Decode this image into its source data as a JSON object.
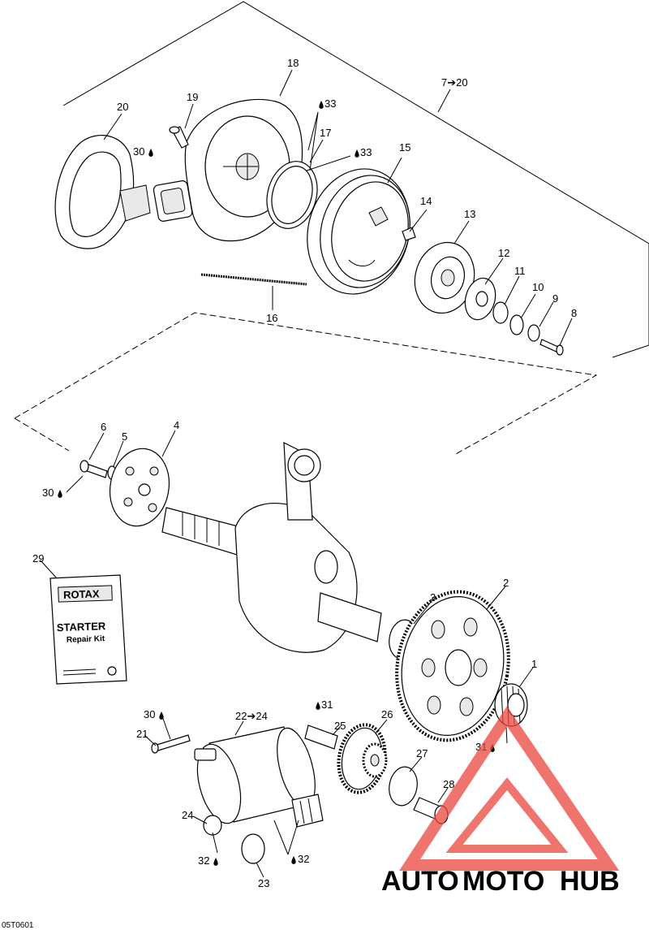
{
  "callouts": {
    "c1": "1",
    "c2": "2",
    "c3": "3",
    "c4": "4",
    "c5": "5",
    "c6": "6",
    "c8": "8",
    "c9": "9",
    "c10": "10",
    "c11": "11",
    "c12": "12",
    "c13": "13",
    "c14": "14",
    "c15": "15",
    "c16": "16",
    "c17": "17",
    "c18": "18",
    "c19": "19",
    "c20": "20",
    "c21": "21",
    "c22_24": "22➔24",
    "c23": "23",
    "c24": "24",
    "c25": "25",
    "c26": "26",
    "c27": "27",
    "c28": "28",
    "c29": "29",
    "c7_20": "7➔20",
    "c30a": "30",
    "c30b": "30",
    "c30c": "30",
    "c31a": "31",
    "c31b": "31",
    "c32a": "32",
    "c32b": "32",
    "c33a": "33",
    "c33b": "33"
  },
  "booklet": {
    "brand": "ROTAX",
    "title_line1": "STARTER",
    "title_line2": "Repair Kit"
  },
  "figure_code": "05T0601",
  "watermark": {
    "auto": "AUTO",
    "moto": "MOTO",
    "hub": "HUB",
    "color_red": "#e8463c",
    "color_orange": "#f5a623",
    "color_dark": "#5a5a5a"
  }
}
